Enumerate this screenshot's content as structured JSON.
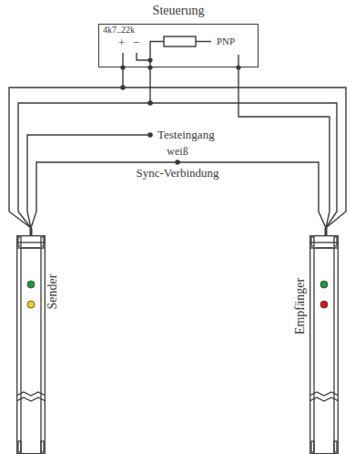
{
  "diagram": {
    "nodes": [
      {
        "text": [
          "Steuerung"
        ]
      },
      {
        "text": [
          "Sender"
        ]
      },
      {
        "text": [
          "Empfänger"
        ]
      }
    ],
    "edges": [
      {
        "from": 0,
        "to": 1,
        "arrow": "none"
      },
      {
        "from": 0,
        "to": 2,
        "arrow": "none"
      },
      {
        "from": 1,
        "to": 2,
        "arrow": "none"
      }
    ],
    "labels": [
      "4k7..22k",
      "+",
      "−",
      "PNP",
      "Testeingang",
      "weiß",
      "Sync-Verbindung"
    ]
  }
}
